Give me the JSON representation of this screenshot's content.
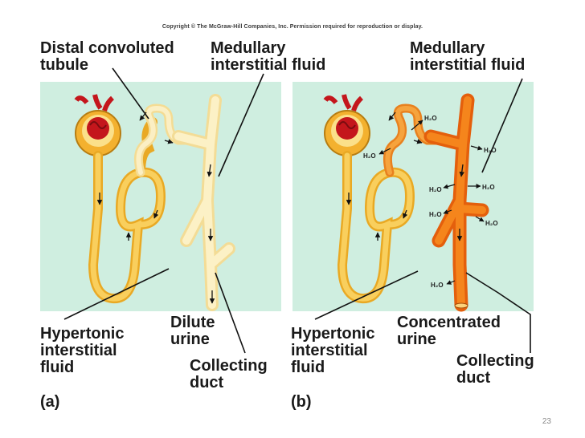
{
  "copyright": "Copyright © The McGraw-Hill Companies, Inc. Permission required for reproduction or display.",
  "panel_a": {
    "letter": "(a)",
    "label_distal_1": "Distal convoluted",
    "label_distal_2": "tubule",
    "label_medullary_1": "Medullary",
    "label_medullary_2": "interstitial fluid",
    "label_hypertonic_1": "Hypertonic",
    "label_hypertonic_2": "interstitial",
    "label_hypertonic_3": "fluid",
    "label_dilute_1": "Dilute",
    "label_dilute_2": "urine",
    "label_collecting_1": "Collecting",
    "label_collecting_2": "duct"
  },
  "panel_b": {
    "letter": "(b)",
    "label_medullary_1": "Medullary",
    "label_medullary_2": "interstitial fluid",
    "label_hypertonic_1": "Hypertonic",
    "label_hypertonic_2": "interstitial",
    "label_hypertonic_3": "fluid",
    "label_concentrated_1": "Concentrated",
    "label_concentrated_2": "urine",
    "label_collecting_1": "Collecting",
    "label_collecting_2": "duct",
    "water_label": "H₂O"
  },
  "page_number": "23",
  "colors": {
    "interstitial_bg": "#cfeee0",
    "tubule_yellow": "#f7c94e",
    "tubule_light": "#fbeab0",
    "duct_orange": "#f07a18",
    "glomerulus_red": "#c4161c"
  }
}
